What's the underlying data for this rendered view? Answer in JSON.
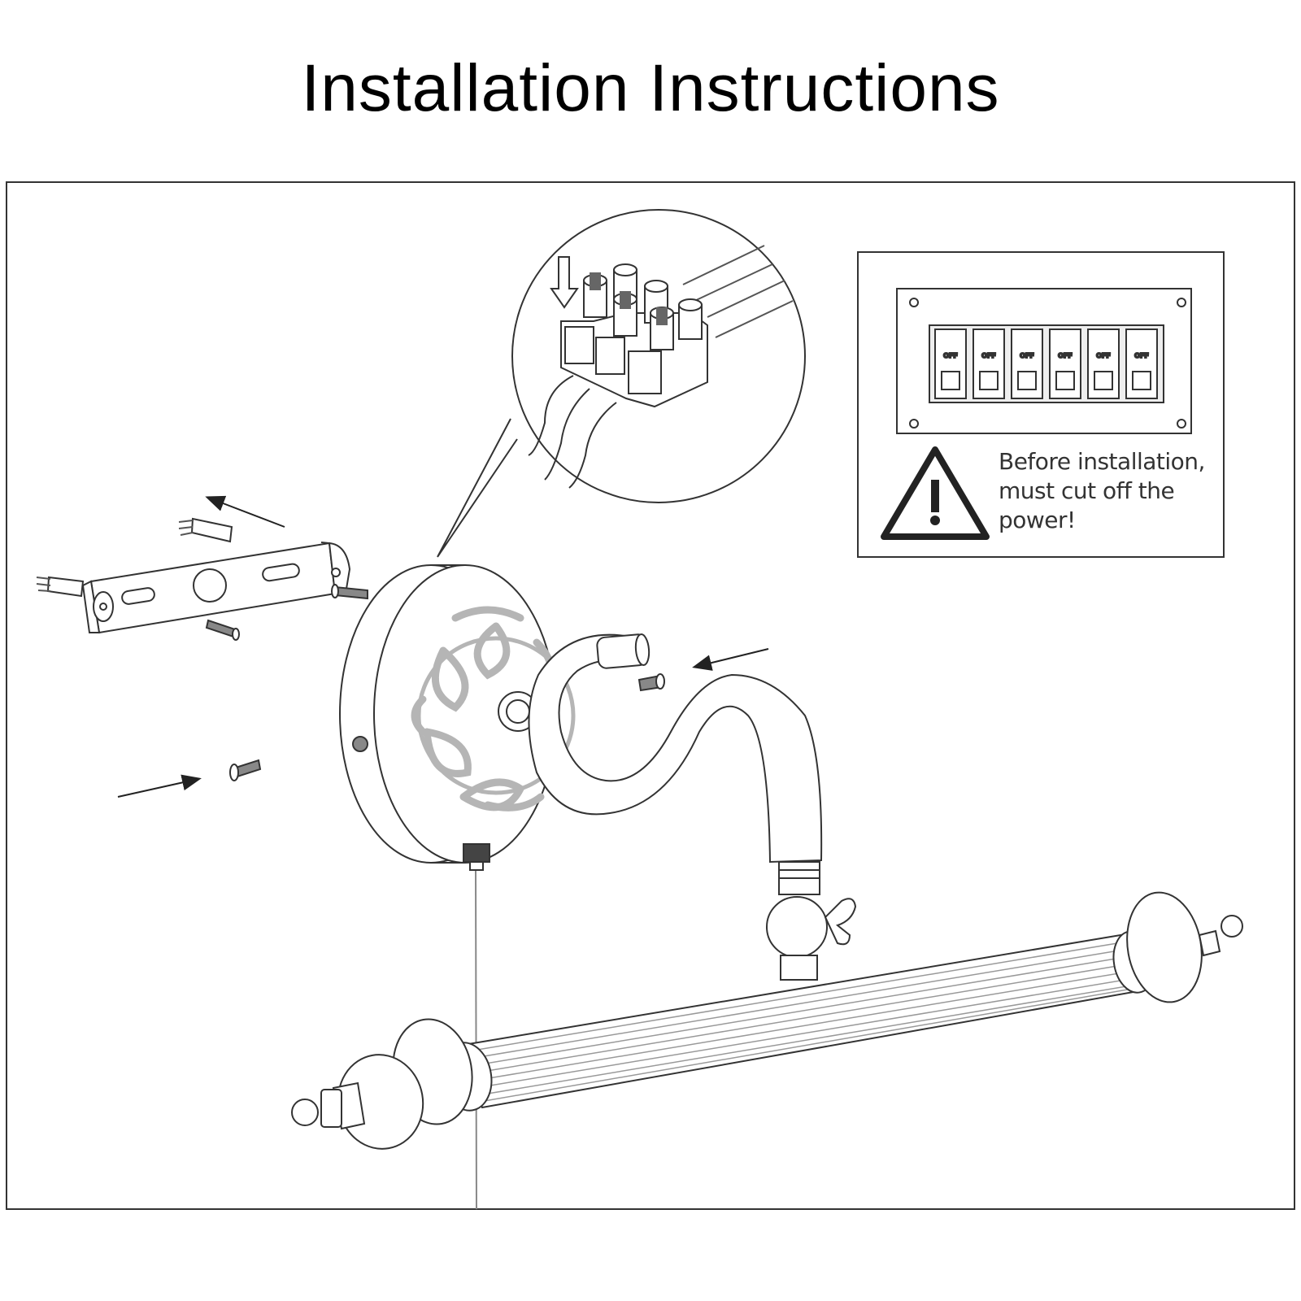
{
  "title": "Installation Instructions",
  "warning": {
    "lines": [
      "Before installation,",
      "must cut off the",
      "power!"
    ]
  },
  "breaker": {
    "switch_label": "OFF",
    "switch_count": 6
  },
  "icons": {
    "warning": "warning-triangle-icon",
    "arrow": "arrow-icon",
    "screw": "screw-icon"
  },
  "colors": {
    "line": "#333333",
    "pattern": "#b5b5b5",
    "background": "#ffffff"
  }
}
